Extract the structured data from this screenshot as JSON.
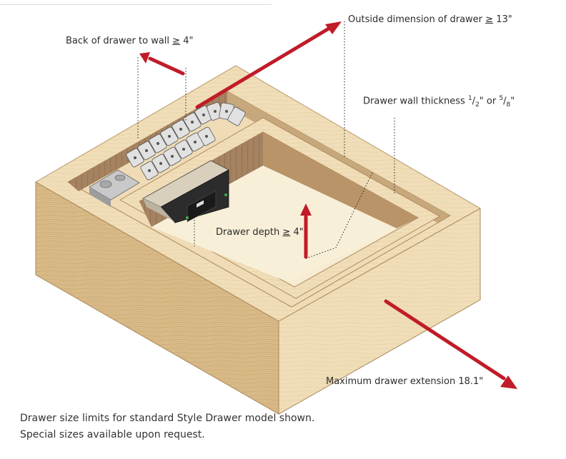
{
  "labels": {
    "outside_dimension": {
      "text": "Outside dimension of drawer ",
      "ge": "≥",
      "value": " 13\""
    },
    "back_to_wall": {
      "text": "Back of drawer to wall ",
      "ge": "≥",
      "value": " 4\""
    },
    "wall_thickness": {
      "text": "Drawer wall thickness ",
      "n1": "1",
      "d1": "2",
      "mid": "\" or ",
      "n2": "5",
      "d2": "8",
      "end": "\""
    },
    "drawer_depth": {
      "text": "Drawer depth ",
      "ge": "≥",
      "value": " 4\""
    },
    "max_extension": "Maximum drawer extension 18.1\""
  },
  "caption": {
    "line1": "Drawer size limits for standard Style Drawer model shown.",
    "line2": "Special sizes available upon request."
  },
  "colors": {
    "arrow": "#c01c28",
    "wood_light": "#f3e3bf",
    "wood_mid": "#e3c99a",
    "wood_dark": "#b08a5e",
    "wood_shadow": "#7d5f3e",
    "cable": "#d9d9d9",
    "device": "#2a2a2a"
  }
}
